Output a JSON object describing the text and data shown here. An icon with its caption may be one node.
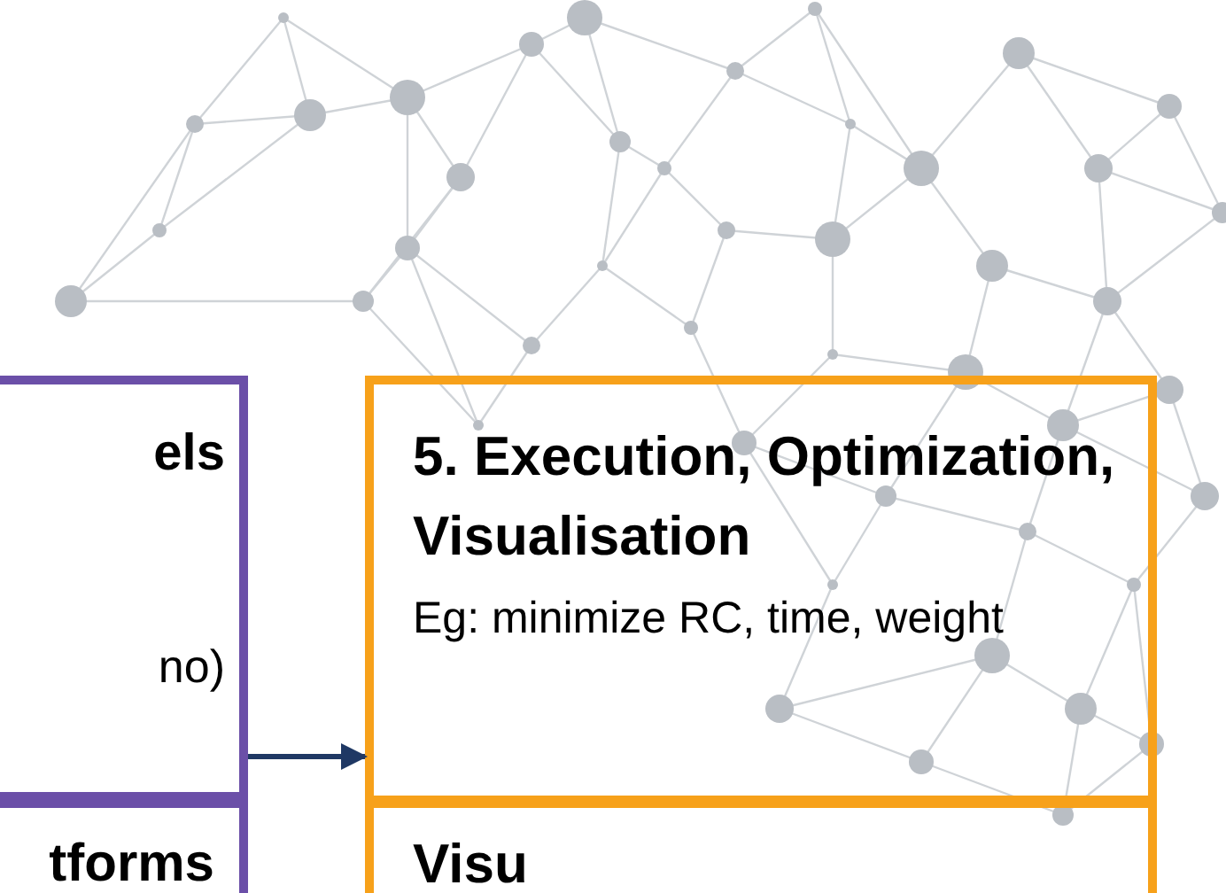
{
  "diagram": {
    "nodes": [
      {
        "text": [
          "els",
          "no)"
        ]
      },
      {
        "text": [
          "5. Execution, Optimization, Visualisation",
          "Eg: minimize RC, time, weight"
        ]
      },
      {
        "text": [
          "tforms"
        ]
      },
      {
        "text": [
          "Visu"
        ]
      }
    ],
    "edges": [
      {
        "from": 0,
        "to": 1,
        "arrow": "to"
      }
    ]
  }
}
